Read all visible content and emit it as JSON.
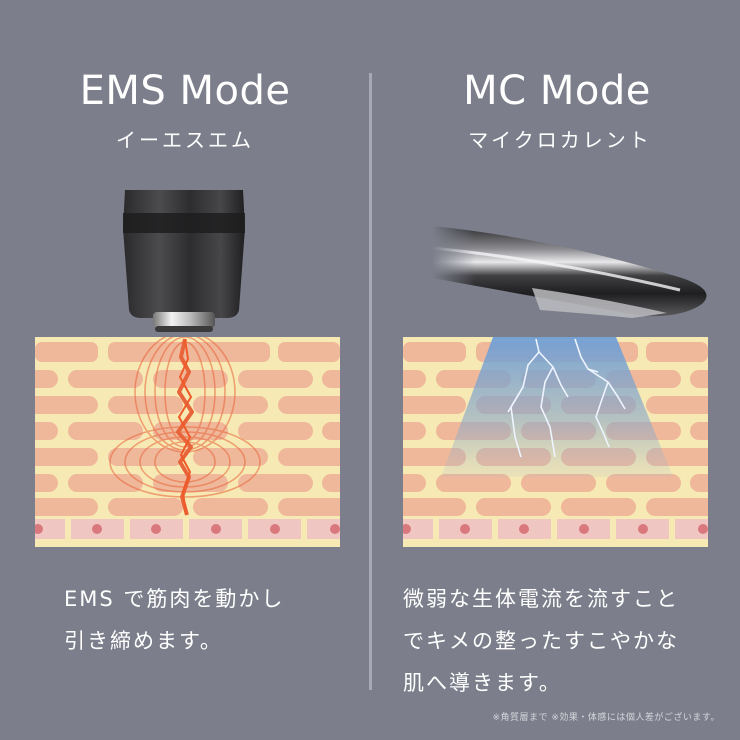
{
  "left": {
    "title": "EMS Mode",
    "subtitle": "イーエスエム",
    "description_lines": [
      "EMS で筋肉を動かし",
      "引き締めます。"
    ],
    "illustration": {
      "device": "ems-head-device",
      "effect": "red-electrical-waves",
      "effect_color": "#e8643a"
    }
  },
  "right": {
    "title": "MC Mode",
    "subtitle": "マイクロカレント",
    "description_lines": [
      "微弱な生体電流を流すこと",
      "でキメの整ったすこやかな",
      "肌へ導きます。"
    ],
    "illustration": {
      "device": "mc-head-device",
      "effect": "blue-lightning-beam",
      "effect_color": "#7aa6d8"
    }
  },
  "footnote": "※角質層まで ※効果・体感には個人差がございます。",
  "colors": {
    "background": "#7c7f8b",
    "divider": "#a6a8b3",
    "skin_base": "#f7e9b4",
    "skin_cell": "#efb89a",
    "basal_cell": "#efc6c2",
    "basal_nucleus": "#d9797e"
  }
}
